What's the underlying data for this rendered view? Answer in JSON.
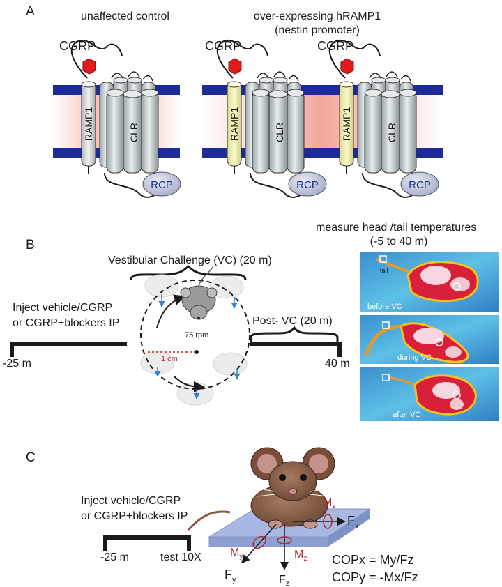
{
  "panel_a": {
    "letter": "A",
    "control_title": "unaffected control",
    "overexpress_title_1": "over-expressing hRAMP1",
    "overexpress_title_2": "(nestin promoter)",
    "ligand_label": "CGRP",
    "ramp_label": "RAMP1",
    "receptor_label": "CLR",
    "rcp_label": "RCP"
  },
  "panel_b": {
    "letter": "B",
    "inject_line1": "Inject vehicle/CGRP",
    "inject_line2": "or CGRP+blockers IP",
    "start_time": "-25 m",
    "end_time": "40 m",
    "vc_title": "Vestibular Challenge  (VC) (20 m)",
    "post_vc": "Post- VC (20 m)",
    "rpm": "75 rpm",
    "radius": "1 cm",
    "measure_line1": "measure head /tail temperatures",
    "measure_line2": "(-5 to 40 m)",
    "tail_label": "tail",
    "thermal_labels": [
      "before VC",
      "during VC",
      "after VC"
    ]
  },
  "panel_c": {
    "letter": "C",
    "inject_line1": "Inject vehicle/CGRP",
    "inject_line2": "or CGRP+blockers IP",
    "start_time": "-25 m",
    "test_label": "test 10X",
    "fx": "F",
    "fx_sub": "x",
    "fy": "F",
    "fy_sub": "y",
    "fz": "F",
    "fz_sub": "z",
    "mx": "M",
    "mx_sub": "x",
    "my": "M",
    "my_sub": "y",
    "mz": "M",
    "mz_sub": "z",
    "copx_line": "COPx =  My/Fz",
    "copy_line": "COPy = -Mx/Fz"
  }
}
